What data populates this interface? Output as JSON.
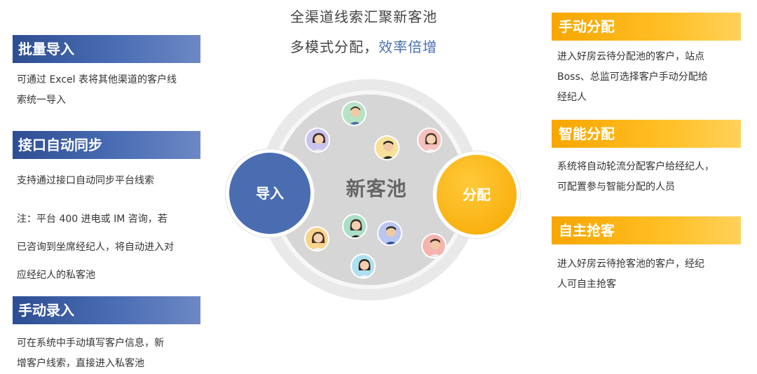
{
  "headline": {
    "line1": "全渠道线索汇聚新客池",
    "line2_prefix": "多模式分配，",
    "line2_accent": "效率倍增"
  },
  "left_sections": [
    {
      "title": "批量导入",
      "desc": [
        "可通过 Excel 表将其他渠道的客户线",
        "索统一导入"
      ]
    },
    {
      "title": "接口自动同步",
      "desc": [
        "支持通过接口自动同步平台线索"
      ],
      "note": [
        "注：平台 400 进电或 IM 咨询，若",
        "已咨询到坐席经纪人，将自动进入对",
        "应经纪人的私客池"
      ]
    },
    {
      "title": "手动录入",
      "desc": [
        "可在系统中手动填写客户信息，新",
        "增客户线索，直接进入私客池"
      ]
    }
  ],
  "right_sections": [
    {
      "title": "手动分配",
      "desc": [
        "进入好房云待分配池的客户，站点",
        "Boss、总监可选择客户手动分配给",
        "经纪人"
      ]
    },
    {
      "title": "智能分配",
      "desc": [
        "系统将自动轮流分配客户给经纪人，",
        "可配置参与智能分配的人员"
      ]
    },
    {
      "title": "自主抢客",
      "desc": [
        "进入好房云待抢客池的客户，经纪",
        "人可自主抢客"
      ]
    }
  ],
  "diagram": {
    "center_label": "新客池",
    "left_circle_label": "导入",
    "right_circle_label": "分配"
  },
  "colors": {
    "blue": "#4a6db2",
    "orange": "#f7a600"
  }
}
